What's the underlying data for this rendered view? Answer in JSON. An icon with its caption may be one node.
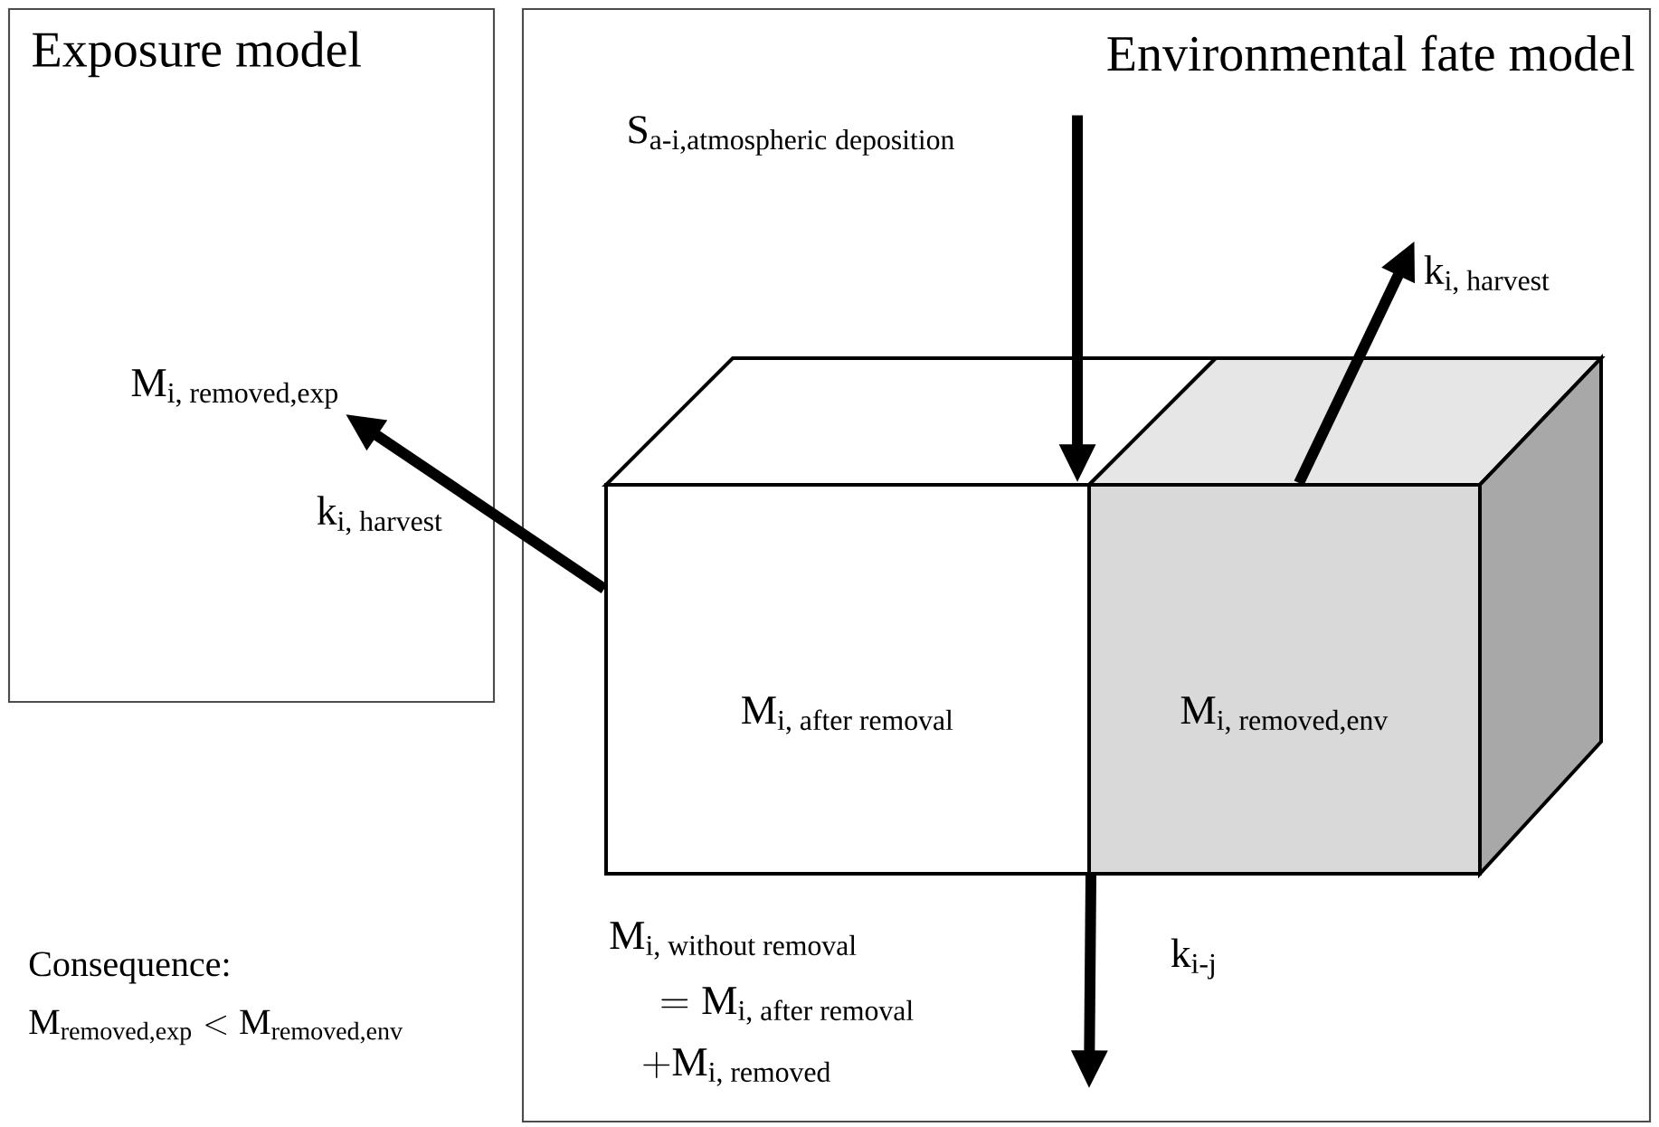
{
  "diagram": {
    "nodes": [
      {
        "text": [
          "Exposure model"
        ]
      },
      {
        "text": [
          "\\mathrm{M}_{\\text{i, removed,exp}}"
        ],
        "in": 0
      },
      {
        "text": [
          "Environmental fate model"
        ]
      },
      {
        "text": [
          "\\mathrm{S}_{\\text{a-i,atmospheric deposition}}"
        ],
        "in": 2
      },
      {
        "text": [
          "\\mathrm{M}_{\\text{i, after removal}}"
        ],
        "in": 2
      },
      {
        "text": [
          "\\mathrm{M}_{\\text{i, removed,env}}"
        ],
        "in": 2
      }
    ],
    "edges": [
      {
        "from": 4,
        "to": 1,
        "arrow": "to",
        "label": "\\mathrm{k}_{\\text{i, harvest}}"
      },
      {
        "from": 3,
        "to": 4,
        "arrow": "to"
      },
      {
        "from": 5,
        "to": null,
        "arrow": "to",
        "label": "\\mathrm{k}_{\\text{i, harvest}}"
      },
      {
        "from": 4,
        "to": null,
        "arrow": "to",
        "label": "\\mathrm{k}_{\\text{i-j}}"
      }
    ],
    "labels": [
      "\\mathrm{M}_{\\text{i, without removal}}",
      "= \\mathrm{M}_{\\text{i, after removal}}",
      "+ \\mathrm{M}_{\\text{i, removed}}",
      "Consequence:",
      "\\mathrm{M}_{\\text{removed,exp}} < \\mathrm{M}_{\\text{removed,env}}"
    ]
  }
}
